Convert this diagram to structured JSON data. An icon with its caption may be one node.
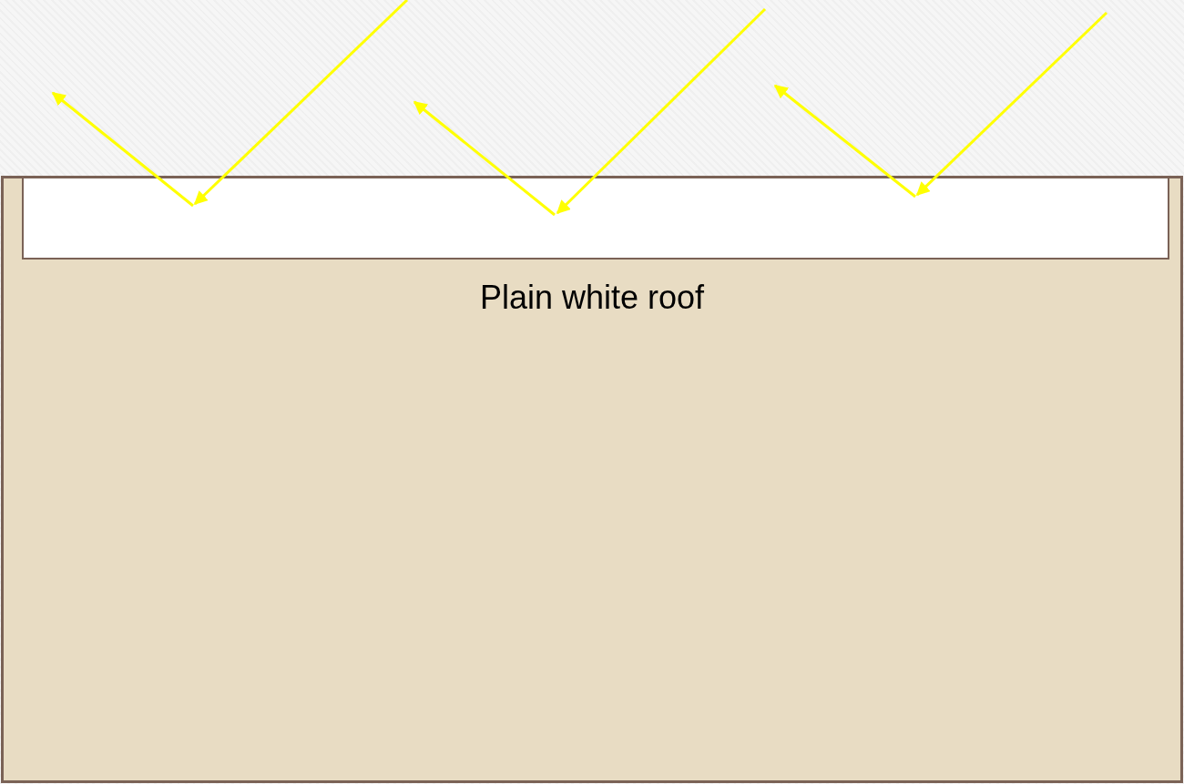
{
  "diagram": {
    "nodes": [
      {
        "text": [
          "Plain white roof"
        ]
      },
      {
        "text": [],
        "shape": "box",
        "in": 0
      }
    ],
    "edges": [
      {
        "from": null,
        "to": 1,
        "arrow": "to"
      },
      {
        "from": 1,
        "to": null,
        "arrow": "to"
      },
      {
        "from": null,
        "to": 1,
        "arrow": "to"
      },
      {
        "from": 1,
        "to": null,
        "arrow": "to"
      },
      {
        "from": null,
        "to": 1,
        "arrow": "to"
      },
      {
        "from": 1,
        "to": null,
        "arrow": "to"
      }
    ]
  }
}
